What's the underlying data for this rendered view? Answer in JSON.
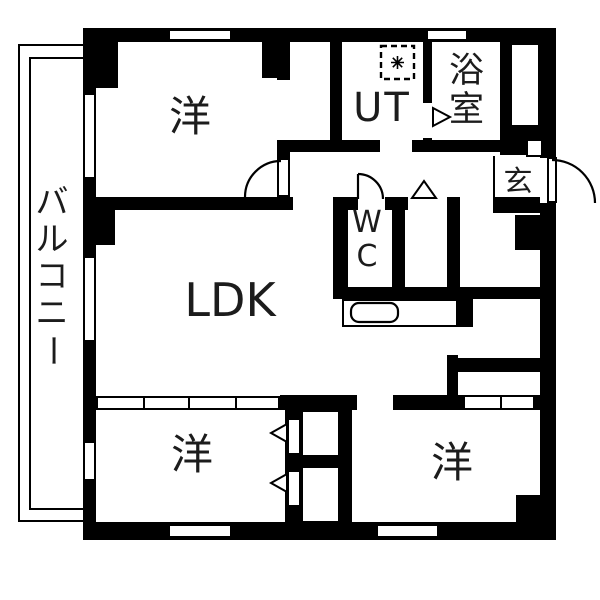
{
  "floorplan": {
    "balcony": {
      "label": "バルコニー"
    },
    "rooms": {
      "western_top_left": {
        "label": "洋"
      },
      "utility": {
        "label": "UT"
      },
      "bathroom": {
        "label": "浴室"
      },
      "entrance": {
        "label": "玄"
      },
      "toilet": {
        "label": "WC"
      },
      "ldk": {
        "label": "LDK"
      },
      "western_bottom_left": {
        "label": "洋"
      },
      "western_bottom_right": {
        "label": "洋"
      }
    },
    "symbols": {
      "washing_machine_pan": "dashed square with asterisk",
      "kitchen_sink": "rounded rectangle",
      "door_swing_arcs": 3,
      "sliding_door_markers": "◁",
      "folding_door_marker_closet": "△",
      "folding_door_marker_bath": "▷"
    },
    "colors": {
      "wall": "#000000",
      "floor": "#ffffff",
      "line": "#000000"
    }
  }
}
